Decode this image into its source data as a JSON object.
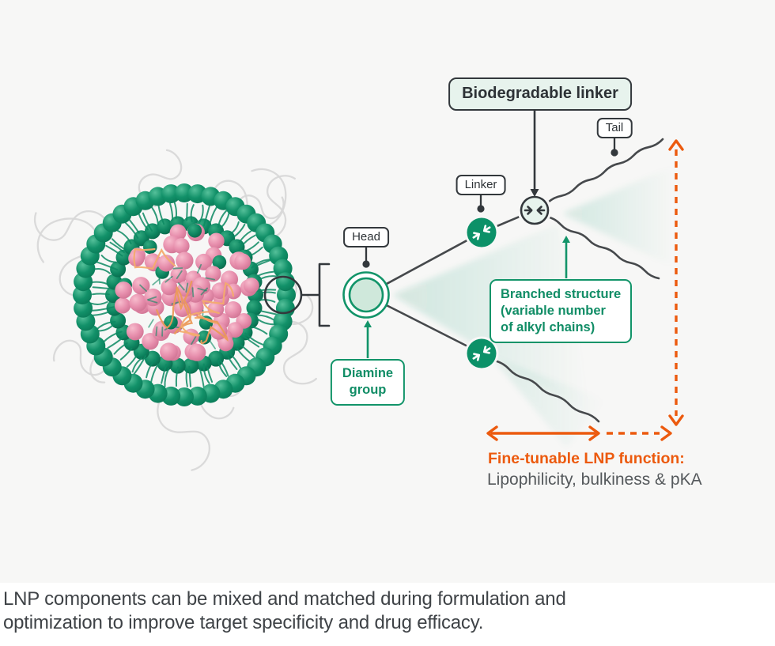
{
  "colors": {
    "panel_bg": "#f7f7f6",
    "caption_bg": "#ffffff",
    "ink": "#33383c",
    "line": "#46494c",
    "green": "#129469",
    "green_node": "#0c9168",
    "green_fill_light": "#e7f3ed",
    "head_fill": "#cfe8db",
    "orange": "#ec5a0e",
    "gray_text": "#55595c",
    "caption_text": "#3f4347",
    "pink": "#e78fad",
    "rna_orange": "#f3ab6e",
    "peg_gray": "#d8d8d8",
    "wedge_green": "#16926b",
    "hair_green": "#0d8a63"
  },
  "diagram": {
    "part_labels": {
      "head": "Head",
      "linker": "Linker",
      "tail": "Tail"
    },
    "callouts": {
      "biodegradable_linker": "Biodegradable linker",
      "diamine_group": "Diamine\ngroup",
      "branched_structure": "Branched structure\n(variable number\nof alkyl chains)"
    },
    "annotation": {
      "title": "Fine-tunable LNP function:",
      "subtitle": "Lipophilicity, bulkiness & pKA"
    },
    "icons": {
      "linker_node": "converging-arrows-icon",
      "biodegradable_node": "converging-arrows-icon",
      "magnifier": "magnifier-circle-icon"
    }
  },
  "caption": {
    "text": "LNP components can be mixed and matched during formulation and\noptimization to improve target specificity and drug efficacy."
  }
}
